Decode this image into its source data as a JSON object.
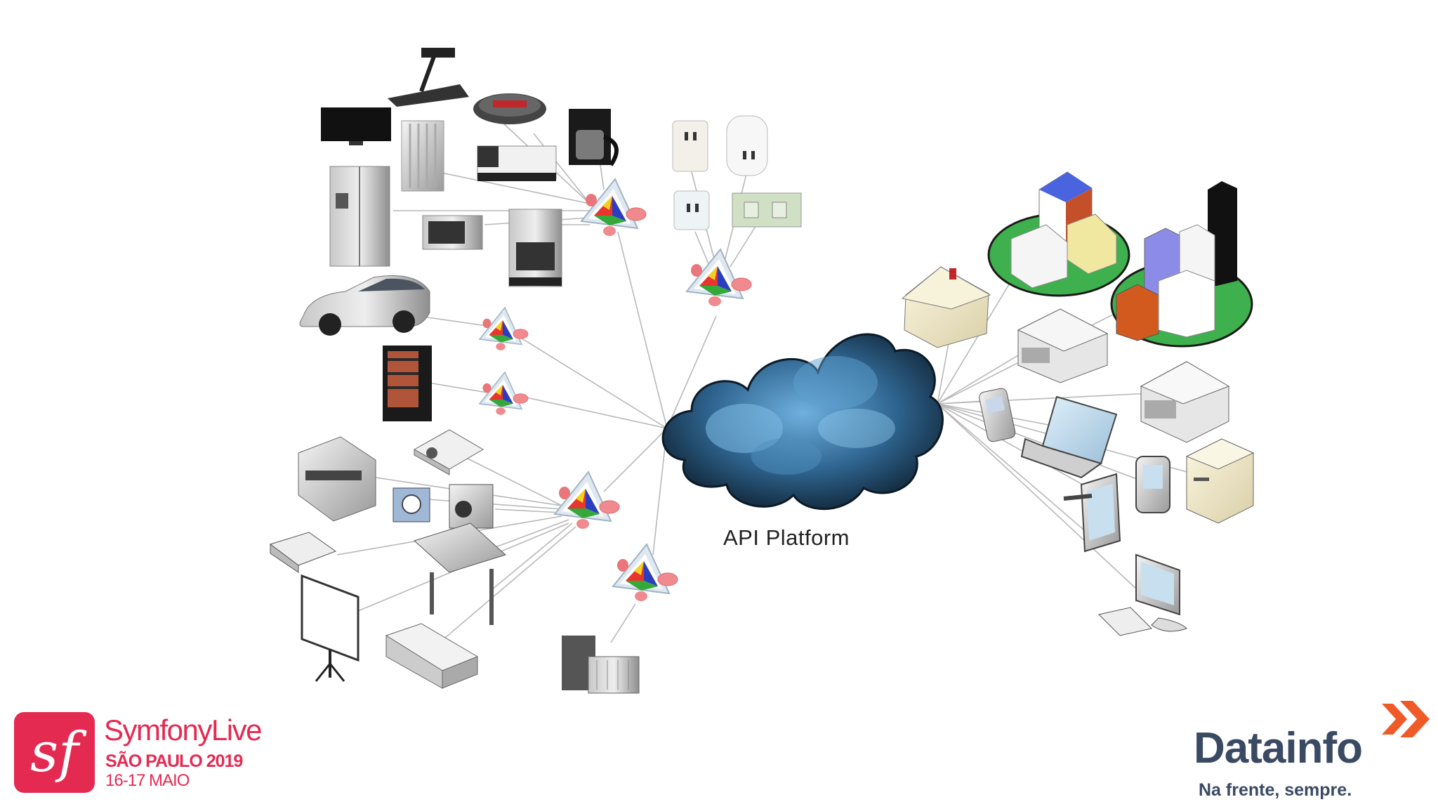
{
  "diagram": {
    "center_label": "API Platform",
    "center_node": "cloud",
    "gateway_icon": "gateway-prism-icon",
    "groups": [
      {
        "name": "home-appliances",
        "icons": [
          "tv-icon",
          "treadmill-icon",
          "scale-icon",
          "coffee-maker-icon",
          "radiator-icon",
          "bed-icon",
          "refrigerator-icon",
          "microwave-icon",
          "stove-icon"
        ]
      },
      {
        "name": "smart-plugs",
        "icons": [
          "smart-plug-icon",
          "smart-plug-icon",
          "smart-plug-icon",
          "wall-outlet-icon"
        ]
      },
      {
        "name": "vehicles-vending",
        "icons": [
          "car-icon",
          "vending-machine-icon"
        ]
      },
      {
        "name": "office-devices",
        "icons": [
          "laser-printer-icon",
          "projector-icon",
          "camera-icon",
          "video-camera-icon",
          "scanner-icon",
          "plotter-icon",
          "projection-screen-icon",
          "inkjet-printer-icon"
        ]
      },
      {
        "name": "hvac",
        "icons": [
          "hvac-unit-icon"
        ]
      },
      {
        "name": "clients",
        "icons": [
          "house-icon",
          "city-icon",
          "city-icon",
          "building-icon",
          "server-icon",
          "mobile-phone-icon",
          "laptop-icon",
          "tablet-icon",
          "pda-icon",
          "pc-tower-icon",
          "desktop-computer-icon"
        ]
      }
    ]
  },
  "footer": {
    "event_logo_mark": "sf",
    "event_brand": "SymfonyLive",
    "event_city": "SÃO PAULO 2019",
    "event_date": "16-17 MAIO",
    "company_brand": "Datainfo",
    "company_tagline": "Na frente, sempre."
  },
  "colors": {
    "symfony_pink": "#e52a52",
    "datainfo_navy": "#3a4a63",
    "datainfo_orange": "#f05a28",
    "cloud_dark": "#1c3447",
    "cloud_light": "#4a90c6",
    "connector": "#b8b8b8"
  }
}
